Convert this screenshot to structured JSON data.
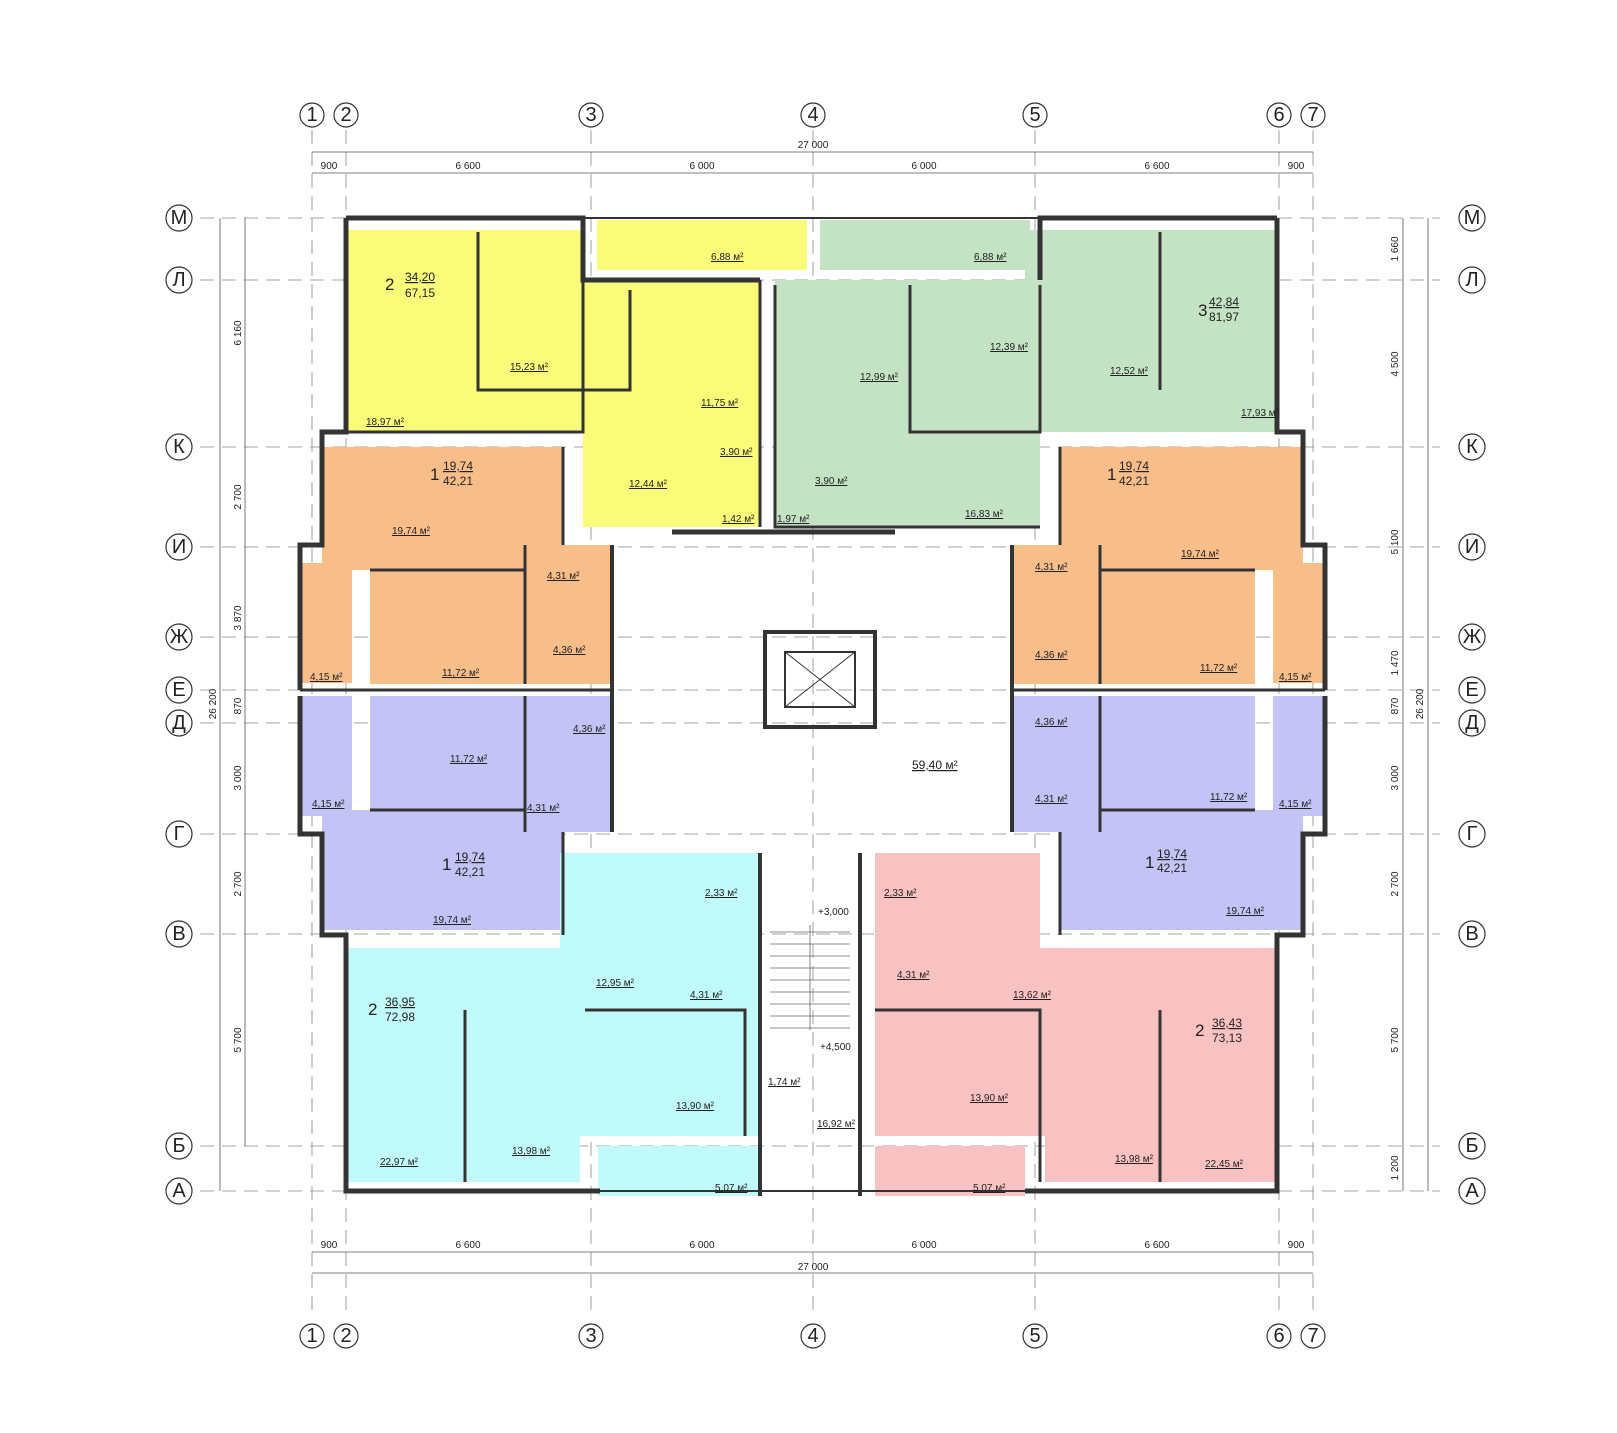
{
  "axes": {
    "columns": [
      "1",
      "2",
      "3",
      "4",
      "5",
      "6",
      "7"
    ],
    "rows": [
      "М",
      "Л",
      "К",
      "И",
      "Ж",
      "Е",
      "Д",
      "Г",
      "В",
      "Б",
      "А"
    ]
  },
  "dims": {
    "total_width": "27 000",
    "total_height": "26 200",
    "top": [
      "900",
      "6 600",
      "6 000",
      "6 000",
      "6 600",
      "900"
    ],
    "bottom": [
      "900",
      "6 600",
      "6 000",
      "6 000",
      "6 600",
      "900"
    ],
    "left": [
      "6 160",
      "2 700",
      "3 870",
      "870",
      "3 000",
      "2 700",
      "5 700"
    ],
    "right": [
      "1 660",
      "4 500",
      "5 100",
      "1 470",
      "870",
      "3 000",
      "2 700",
      "5 700",
      "1 200"
    ]
  },
  "colors": {
    "yellow": "#fbfb7a",
    "green": "#c4e3c4",
    "orange": "#f8be8a",
    "purple": "#c3c3f6",
    "cyan": "#c0fafa",
    "pink": "#f9c2c2",
    "wall": "#333333",
    "line": "#777777",
    "bg": "#ffffff"
  },
  "apartments": [
    {
      "rooms": "2",
      "living": "34,20",
      "total": "67,15"
    },
    {
      "rooms": "3",
      "living": "42,84",
      "total": "81,97"
    },
    {
      "rooms": "1",
      "living": "19,74",
      "total": "42,21"
    },
    {
      "rooms": "1",
      "living": "19,74",
      "total": "42,21"
    },
    {
      "rooms": "1",
      "living": "19,74",
      "total": "42,21"
    },
    {
      "rooms": "1",
      "living": "19,74",
      "total": "42,21"
    },
    {
      "rooms": "2",
      "living": "36,95",
      "total": "72,98"
    },
    {
      "rooms": "2",
      "living": "36,43",
      "total": "73,13"
    }
  ],
  "rooms": [
    "6,88 м²",
    "6,88 м²",
    "18,97 м²",
    "15,23 м²",
    "11,75 м²",
    "3,90 м²",
    "12,44 м²",
    "1,42 м²",
    "12,99 м²",
    "12,39 м²",
    "12,52 м²",
    "17,93 м²",
    "3,90 м²",
    "1,97 м²",
    "16,83 м²",
    "19,74 м²",
    "4,31 м²",
    "4,36 м²",
    "11,72 м²",
    "4,15 м²",
    "19,74 м²",
    "4,31 м²",
    "4,36 м²",
    "11,72 м²",
    "4,15 м²",
    "11,72 м²",
    "4,36 м²",
    "4,31 м²",
    "4,15 м²",
    "19,74 м²",
    "11,72 м²",
    "4,36 м²",
    "4,31 м²",
    "4,15 м²",
    "19,74 м²",
    "2,33 м²",
    "12,95 м²",
    "4,31 м²",
    "13,90 м²",
    "22,97 м²",
    "13,98 м²",
    "5,07 м²",
    "2,33 м²",
    "4,31 м²",
    "13,62 м²",
    "13,90 м²",
    "13,98 м²",
    "22,45 м²",
    "5,07 м²",
    "59,40 м²",
    "1,74 м²",
    "16,92 м²"
  ],
  "levels": [
    "+3,000",
    "+4,500"
  ]
}
